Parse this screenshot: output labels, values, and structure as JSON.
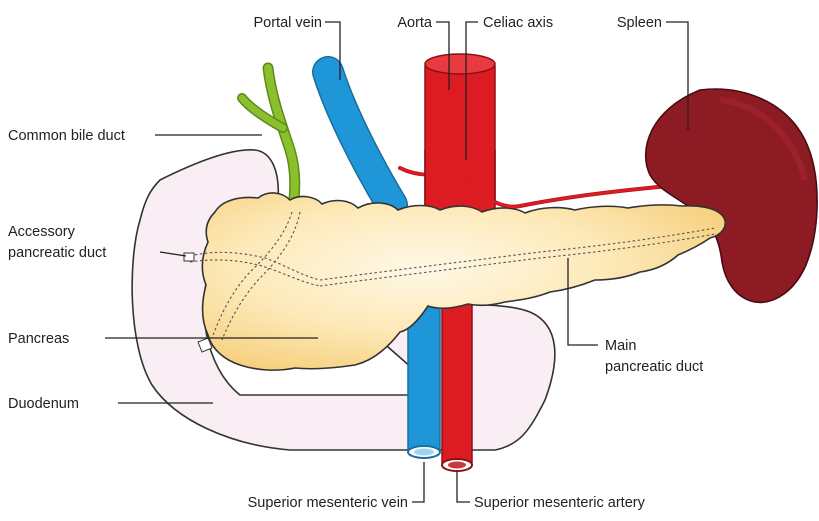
{
  "labels": {
    "portal_vein": "Portal vein",
    "aorta": "Aorta",
    "celiac_axis": "Celiac axis",
    "spleen": "Spleen",
    "common_bile_duct": "Common bile duct",
    "accessory_duct_line1": "Accessory",
    "accessory_duct_line2": "pancreatic duct",
    "pancreas": "Pancreas",
    "duodenum": "Duodenum",
    "main_duct_line1": "Main",
    "main_duct_line2": "pancreatic duct",
    "sup_mesenteric_vein": "Superior mesenteric vein",
    "sup_mesenteric_artery": "Superior mesenteric artery"
  },
  "colors": {
    "vein": "#1e96d8",
    "artery": "#dd1b22",
    "bile_duct": "#8cbf2c",
    "spleen": "#8c1b24",
    "duodenum": "#f8eef3",
    "pancreas_core": "#fff6dc",
    "pancreas_edge": "#f8d98e",
    "outline": "#333333"
  }
}
